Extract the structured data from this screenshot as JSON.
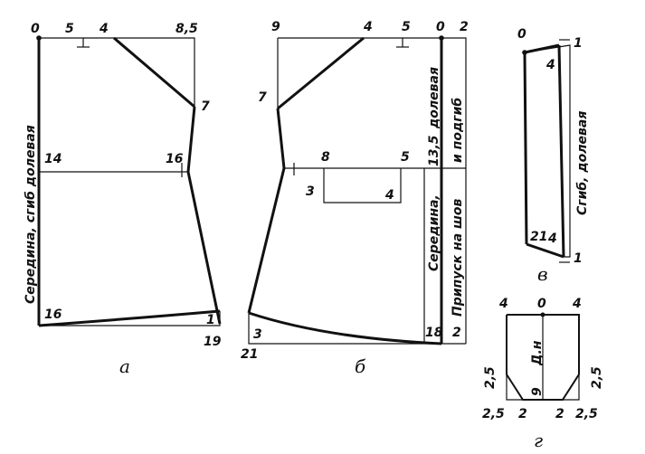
{
  "pattern_a": {
    "caption": "а",
    "points": {
      "p0": "0",
      "p5": "5",
      "p4": "4",
      "p85": "8,5",
      "p7": "7",
      "p14": "14",
      "p16r": "16",
      "p16": "16",
      "p1": "1",
      "p19": "19"
    },
    "side_text": "Середина, сгиб долевая"
  },
  "pattern_b": {
    "caption": "б",
    "points": {
      "p9": "9",
      "p4": "4",
      "p5": "5",
      "p0": "0",
      "p2": "2",
      "p7": "7",
      "p8": "8",
      "p5m": "5",
      "p135": "13,5",
      "p3": "3",
      "p4m": "4",
      "p18": "18",
      "p2b": "2",
      "p3b": "3",
      "p21": "21"
    },
    "side_text_1": "долевая",
    "side_text_2": "и подгиб",
    "side_text_3": "Середина,",
    "side_text_4": "Припуск на шов"
  },
  "pattern_v": {
    "caption": "в",
    "points": {
      "p0": "0",
      "p1t": "1",
      "p4t": "4",
      "p21": "21",
      "p4b": "4",
      "p1b": "1"
    },
    "side_text": "Сгиб, долевая"
  },
  "pattern_g": {
    "caption": "г",
    "points": {
      "p4l": "4",
      "p0": "0",
      "p4r": "4",
      "p25l": "2,5",
      "p25r": "2,5",
      "p9": "9",
      "p25bl": "2,5",
      "p2l": "2",
      "p2r": "2",
      "p25br": "2,5"
    },
    "center_text": "Д.н"
  }
}
